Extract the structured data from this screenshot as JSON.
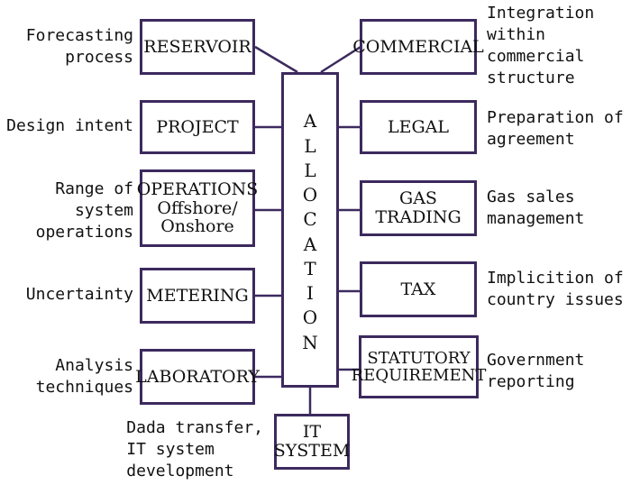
{
  "center_label": "ALLOCATION",
  "left_boxes": [
    {
      "lines": [
        "RESERVOIR"
      ],
      "note": [
        "Forecasting",
        "process"
      ]
    },
    {
      "lines": [
        "PROJECT"
      ],
      "note": [
        "Design intent"
      ]
    },
    {
      "lines": [
        "OPERATIONS",
        "Offshore/",
        "Onshore"
      ],
      "note": [
        "Range of",
        "system",
        "operations"
      ]
    },
    {
      "lines": [
        "METERING"
      ],
      "note": [
        "Uncertainty"
      ]
    },
    {
      "lines": [
        "LABORATORY"
      ],
      "note": [
        "Analysis",
        "techniques"
      ]
    }
  ],
  "right_boxes": [
    {
      "lines": [
        "COMMERCIAL"
      ],
      "note": [
        "Integration",
        "within",
        "commercial",
        "structure"
      ]
    },
    {
      "lines": [
        "LEGAL"
      ],
      "note": [
        "Preparation of",
        "agreement"
      ]
    },
    {
      "lines": [
        "GAS",
        "TRADING"
      ],
      "note": [
        "Gas sales",
        "management"
      ]
    },
    {
      "lines": [
        "TAX"
      ],
      "note": [
        "Implicition of",
        "country issues"
      ]
    },
    {
      "lines": [
        "STATUTORY",
        "REQUIREMENT"
      ],
      "note": [
        "Government",
        "reporting"
      ]
    }
  ],
  "bottom_box": {
    "lines": [
      "IT",
      "SYSTEM"
    ],
    "note": [
      "Dada transfer,",
      "IT system",
      "development"
    ]
  }
}
